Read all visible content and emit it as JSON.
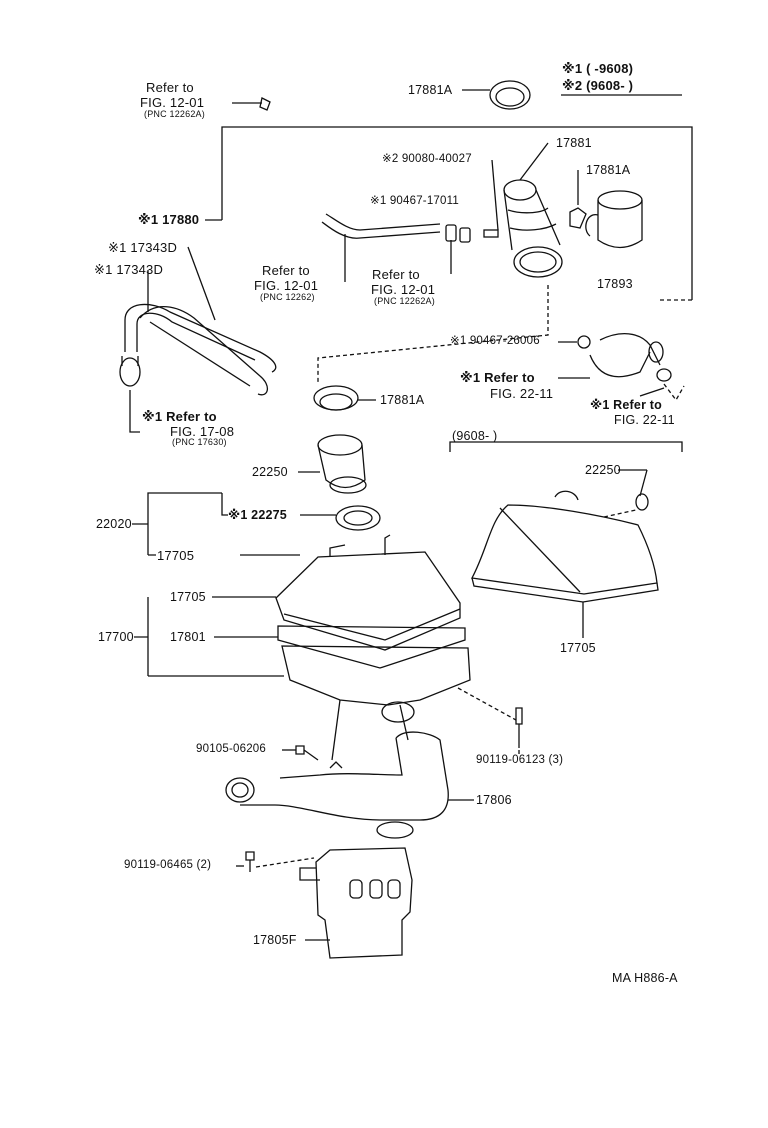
{
  "legend": {
    "line1": "※1 (      -9608)",
    "line2": "※2 (9608-        )"
  },
  "labels": {
    "refer_top": "Refer to",
    "fig_top": "FIG. 12-01",
    "pnc_top": "(PNC  12262A)",
    "p17881A_top": "17881A",
    "p17881": "17881",
    "p90080": "※2 90080-40027",
    "p17881A_right": "17881A",
    "p90467_17011": "※1 90467-17011",
    "p17880": "※1 17880",
    "p17343D_1": "※1 17343D",
    "p17343D_2": "※1 17343D",
    "refer_mid1": "Refer to",
    "fig_mid1": "FIG. 12-01",
    "pnc_mid1": "(PNC  12262)",
    "refer_mid2": "Refer to",
    "fig_mid2": "FIG. 12-01",
    "pnc_mid2": "(PNC  12262A)",
    "p17893": "17893",
    "p90467_26006": "※1 90467-26006",
    "refer_2211a": "※1 Refer to",
    "fig_2211a": "FIG. 22-11",
    "refer_2211b": "※1 Refer to",
    "fig_2211b": "FIG. 22-11",
    "refer_1708": "※1 Refer to",
    "fig_1708": "FIG. 17-08",
    "pnc_1708": "(PNC  17630)",
    "p17881A_mid": "17881A",
    "p9608_box": "(9608-          )",
    "p22250_left": "22250",
    "p22250_right": "22250",
    "p22020": "22020",
    "p22275": "※1 22275",
    "p17705_a": "17705",
    "p17705_b": "17705",
    "p17705_right": "17705",
    "p17700": "17700",
    "p17801": "17801",
    "p90105": "90105-06206",
    "p90119_06123": "90119-06123  (3)",
    "p17806": "17806",
    "p90119_06465": "90119-06465  (2)",
    "p17805F": "17805F",
    "code": "MA  H886-A"
  }
}
